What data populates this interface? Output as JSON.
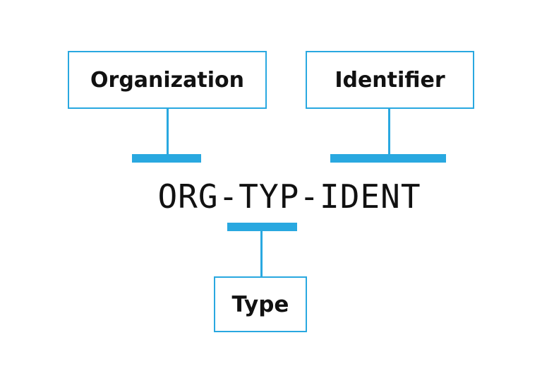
{
  "labels": {
    "organization": "Organization",
    "identifier": "Identifier",
    "type": "Type"
  },
  "code": "ORG-TYP-IDENT",
  "colors": {
    "accent": "#29a8e0",
    "text": "#111111",
    "background": "#ffffff"
  }
}
